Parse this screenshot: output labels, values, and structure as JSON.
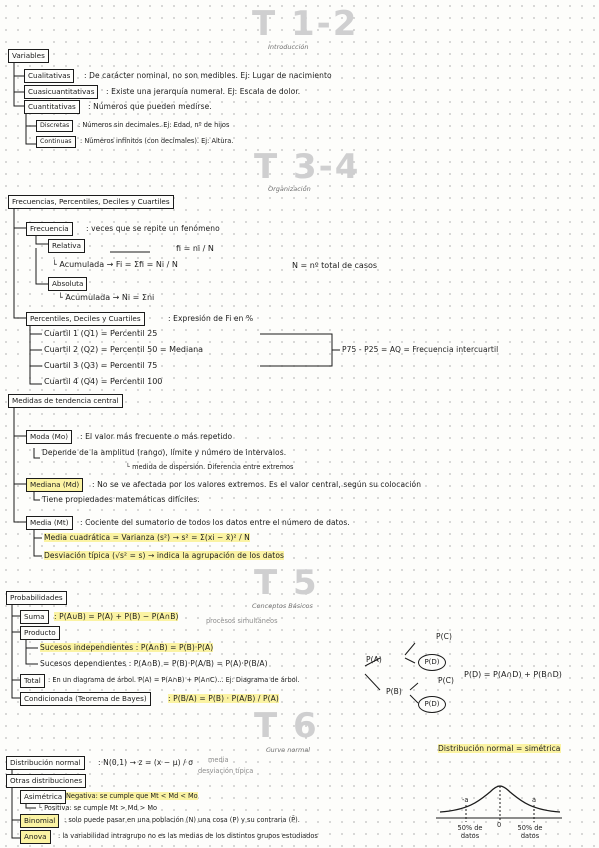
{
  "t12": {
    "heading": "T 1-2",
    "subtitle": "Introducción",
    "root": "Variables",
    "cual": "Cualitativas",
    "cual_desc": ": De carácter nominal, no son medibles.  Ej: Lugar de nacimiento",
    "cuasi": "Cuasicuantitativas",
    "cuasi_desc": ": Existe una jerarquía numeral.  Ej: Escala de dolor.",
    "cuant": "Cuantitativas",
    "cuant_desc": ": Números que pueden medirse.",
    "disc": "Discretas",
    "disc_desc": ": Números sin decimales.  Ej: Edad, nº de hijos",
    "cont": "Continuas",
    "cont_desc": ": Números infinitos (con decimales).  Ej: Altura."
  },
  "t34": {
    "heading": "T 3-4",
    "subtitle": "Organización",
    "root": "Frecuencias, Percentiles, Deciles y Cuartiles",
    "frec": "Frecuencia",
    "frec_desc": ": veces que se repite un fenómeno",
    "rel": "Relativa",
    "rel_f": "fi = ni / N",
    "acum1": "└ Acumulada → Fi = Σfi = Ni / N",
    "ntot": "N = nº total de casos",
    "abs": "Absoluta",
    "acum2": "└ Acumulada → Ni = Σni",
    "perc": "Percentiles, Deciles y Cuartiles",
    "perc_desc": ": Expresión de Fi en %",
    "q1": "Cuartil 1  (Q1) = Percentil 25",
    "q2": "Cuartil 2  (Q2) = Percentil 50 = Mediana",
    "q3": "Cuartil 3  (Q3) = Percentil 75",
    "q4": "Cuartil 4  (Q4) = Percentil 100",
    "aq": "P75 - P25 = AQ = Frecuencia intercuartil"
  },
  "medidas": {
    "root": "Medidas de tendencia central",
    "moda": "Moda (Mo)",
    "moda_desc": ": El valor más frecuente o más repetido",
    "moda_dep": "Depende de la amplitud (rango), límite y número de intervalos.",
    "moda_disp": "└ medida de dispersión. Diferencia entre extremos",
    "med": "Mediana (Md)",
    "med_desc": ": No se ve afectada por los valores extremos. Es el valor central, según su colocación",
    "med_prop": "Tiene propiedades matemáticas difíciles.",
    "media": "Media (Mt)",
    "media_desc": ": Cociente del sumatorio de todos los datos entre el número de datos.",
    "var": "Media cuadrática = Varianza (s²)  →  s² = Σ(xi − x̄)² / N",
    "desv": "Desviación típica (√s² = s) → indica la agrupación de los datos"
  },
  "t5": {
    "heading": "T 5",
    "subtitle": "Conceptos Básicos",
    "root": "Probabilidades",
    "suma": "Suma",
    "suma_f": ": P(A∪B) = P(A) + P(B) − P(A∩B)",
    "suma_note": "procesos simultáneos",
    "prod": "Producto",
    "ind": "Sucesos independientes : P(A∩B) = P(B)·P(A)",
    "dep": "Sucesos dependientes  : P(A∩B) = P(B)·P(A/B) = P(A)·P(B/A)",
    "total": "Total",
    "total_desc": ": En un diagrama de árbol. P(A) = P(A∩B) + P(A∩C)...  Ej: Diagrama de árbol.",
    "cond": "Condicionada (Teorema de Bayes)",
    "cond_f": ": P(B/A) = P(B) · P(A/B) / P(A)",
    "tree_pa": "P(A)",
    "tree_pb": "P(B)",
    "tree_pc1": "P(C)",
    "tree_pd1": "P(D)",
    "tree_pc2": "P(C)",
    "tree_pd2": "P(D)",
    "tree_res": "P(D) = P(A∩D) + P(B∩D)"
  },
  "t6": {
    "heading": "T 6",
    "subtitle": "Curva normal",
    "dist": "Distribución normal",
    "dist_f": ": N(0,1) → z = (x − μ) / σ",
    "note_media": "media",
    "note_desv": "desviación típica",
    "otras": "Otras distribuciones",
    "asim": "Asimétrica",
    "asim_neg": "Negativa: se cumple que Mt < Md < Mo",
    "asim_pos": "└ Positiva: se cumple Mt > Md > Mo",
    "binom": "Binomial",
    "binom_desc": ": solo puede pasar en una población (N) una cosa (P) y su contraria (P̄).",
    "anova": "Anova",
    "anova_desc": ": la variabilidad intragrupo no es las medias de los distintos grupos estudiados",
    "curve_title": "Distribución normal = simétrica",
    "curve_neg": "-a",
    "curve_zero": "0",
    "curve_pos": "a",
    "curve_l": "50% de datos",
    "curve_r": "50% de datos"
  }
}
